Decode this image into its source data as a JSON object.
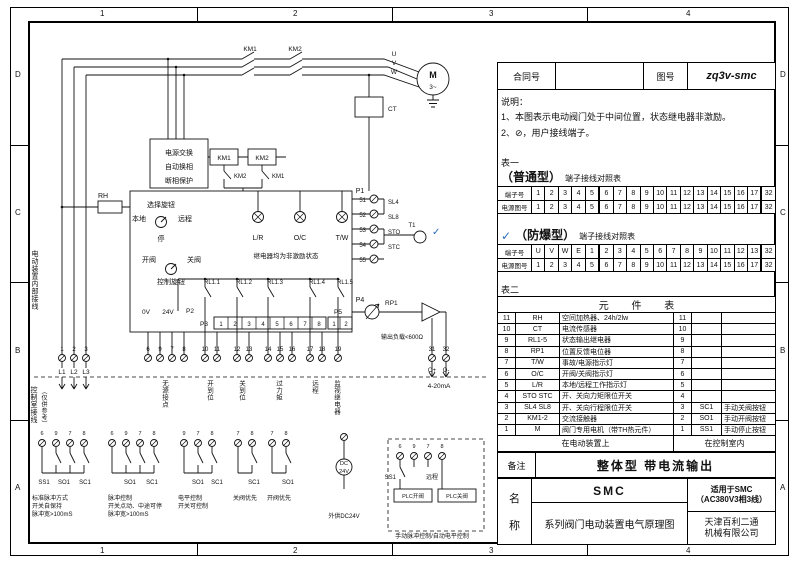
{
  "frame": {
    "cols": [
      "1",
      "2",
      "3",
      "4"
    ],
    "rows": [
      "D",
      "C",
      "B",
      "A"
    ]
  },
  "header": {
    "contract_label": "合同号",
    "drawing_label": "图号",
    "drawing_no": "zq3v-smc"
  },
  "notes": {
    "title": "说明：",
    "line1": "1、本图表示电动阀门处于中间位置，状态继电器非激励。",
    "line2": "2、⊘，用户接线端子。"
  },
  "table1": {
    "label": "表一",
    "normal_title": "（普通型）",
    "normal_sub": "端子接线对照表",
    "ex_check": "✓",
    "ex_title": "（防爆型）",
    "ex_sub": "端子接线对照表",
    "terminal_header": "端子号",
    "source_header": "电源图号",
    "normal_terminals": [
      "1",
      "2",
      "3",
      "4",
      "5",
      "6",
      "7",
      "8",
      "9",
      "10",
      "11",
      "12",
      "13",
      "14",
      "15",
      "16",
      "17",
      "32"
    ],
    "normal_source": [
      "1",
      "2",
      "3",
      "4",
      "5",
      "6",
      "7",
      "8",
      "9",
      "10",
      "11",
      "12",
      "13",
      "14",
      "15",
      "16",
      "17",
      "32"
    ],
    "ex_terminals": [
      "U",
      "V",
      "W",
      "E",
      "1",
      "2",
      "3",
      "4",
      "5",
      "6",
      "7",
      "8",
      "9",
      "10",
      "11",
      "12",
      "13",
      "32"
    ],
    "ex_source": [
      "1",
      "2",
      "3",
      "4",
      "5",
      "6",
      "7",
      "8",
      "9",
      "10",
      "11",
      "12",
      "13",
      "14",
      "15",
      "16",
      "17",
      "32"
    ]
  },
  "table2": {
    "label": "表二",
    "title": "元 件 表",
    "rows": [
      [
        "11",
        "RH",
        "空间加热器、24h/2lw",
        "11",
        "",
        ""
      ],
      [
        "10",
        "CT",
        "电流传感器",
        "10",
        "",
        ""
      ],
      [
        "9",
        "RL1-5",
        "状态输出继电器",
        "9",
        "",
        ""
      ],
      [
        "8",
        "RP1",
        "位置反馈电位器",
        "8",
        "",
        ""
      ],
      [
        "7",
        "T/W",
        "事故/电源指示灯",
        "7",
        "",
        ""
      ],
      [
        "6",
        "O/C",
        "开阀/关阀指示灯",
        "6",
        "",
        ""
      ],
      [
        "5",
        "L/R",
        "本地/远程工作指示灯",
        "5",
        "",
        ""
      ],
      [
        "4",
        "STO STC",
        "开、关向力矩限位开关",
        "4",
        "",
        ""
      ],
      [
        "3",
        "SL4 SL8",
        "开、关向行程限位开关",
        "3",
        "SC1",
        "手动关阀按钮"
      ],
      [
        "2",
        "KM1-2",
        "交流接触器",
        "2",
        "SO1",
        "手动开阀按钮"
      ],
      [
        "1",
        "M",
        "阀门专用电机（带TH热元件）",
        "1",
        "SS1",
        "手动停止按钮"
      ]
    ],
    "footer_left": "在电动装置上",
    "footer_right": "在控制室内"
  },
  "remark": {
    "label": "备注",
    "text": "整体型  带电流输出"
  },
  "titleblock": {
    "name_1": "名",
    "name_2": "称",
    "series_top": "SMC",
    "series_bottom": "系列阀门电动装置电气原理图",
    "apply_1": "适用于SMC",
    "apply_2": "（AC380V3相3线）",
    "company_1": "天津百利二通",
    "company_2": "机械有限公司"
  },
  "sch": {
    "km1": "KM1",
    "km2": "KM2",
    "u": "U",
    "v": "V",
    "w": "W",
    "motor": "M",
    "phase": "3~",
    "ct": "CT",
    "ps1": "电源交换",
    "ps2": "自动换相",
    "ps3": "断相保护",
    "km1_coil": "KM1",
    "km2_coil": "KM2",
    "km2_aux": "KM2",
    "km1_aux": "KM1",
    "rh": "RH",
    "selector": "选择旋钮",
    "local": "本地",
    "remote": "远程",
    "stop": "停",
    "lr": "L/R",
    "oc": "O/C",
    "tw": "T/W",
    "open": "开阀",
    "close": "关阀",
    "ctrl": "控制旋钮",
    "relay_note": "继电器均为非激励状态",
    "rl": [
      "RL1.1",
      "RL1.2",
      "RL1.3",
      "RL1.4",
      "RL1.5"
    ],
    "p1": "P1",
    "p2": "P2",
    "p3": "P3",
    "p4": "P4",
    "p5": "P5",
    "v0": "0V",
    "v24": "24V",
    "p3_pins": [
      "1",
      "2",
      "3",
      "4",
      "5",
      "6",
      "7",
      "8"
    ],
    "p5_pins": [
      "1",
      "2"
    ],
    "right_terms": [
      "51",
      "52",
      "53",
      "54",
      "55"
    ],
    "sl4": "SL4",
    "sl8": "SL8",
    "sto": "STO",
    "stc": "STC",
    "t1": "T1",
    "check": "✓",
    "rp1": "RP1",
    "load": "输出负载<600Ω",
    "t31": "31",
    "t32": "32",
    "out_p": "O+",
    "out_m": "O-",
    "ma": "4-20mA",
    "n1": "1",
    "n2": "2",
    "n3": "3",
    "l1": "L1",
    "l2": "L2",
    "l3": "L3",
    "mids": [
      "6",
      "9",
      "7",
      "8",
      "10",
      "11",
      "12",
      "13",
      "14",
      "15",
      "16",
      "17",
      "18",
      "19"
    ],
    "v_passive": "无源接点",
    "v_open": "开到位",
    "v_close": "关到位",
    "v_torque": "过力矩",
    "v_remote": "远程",
    "v_monitor": "监视继电器",
    "margin1": "电动装置内部接线",
    "margin2": "控制室接线",
    "margin3": "（仅供参考）",
    "g1_terms": [
      "6",
      "9",
      "7",
      "8"
    ],
    "g2_terms": [
      "6",
      "9",
      "7",
      "8"
    ],
    "g3_terms": [
      "9",
      "7",
      "8"
    ],
    "g4_terms": [
      "7",
      "8"
    ],
    "g5_terms": [
      "7",
      "8"
    ],
    "g7_terms": [
      "6",
      "9",
      "7",
      "8"
    ],
    "g1_sw": [
      "SS1",
      "SO1",
      "SC1"
    ],
    "g2_sw": [
      "SO1",
      "SC1"
    ],
    "g3_sw": [
      "SO1",
      "SC1"
    ],
    "g4_sw": "SC1",
    "g5_sw": "SO1",
    "g1_cap": [
      "标准脉冲方式",
      "开关自保持",
      "脉冲宽>100mS"
    ],
    "g2_cap": [
      "脉冲控制",
      "开关点动、中途可停",
      "脉冲宽>100mS"
    ],
    "g3_cap": [
      "电平控制",
      "开关可控制"
    ],
    "g4_cap": "关阀优先",
    "g5_cap": "开阀优先",
    "dc1": "DC",
    "dc2": "24V",
    "dc_cap": "外供DC24V",
    "plc_ss1": "SS1",
    "plc_remote": "远程",
    "plc_open": "PLC开阀",
    "plc_close": "PLC关阀",
    "bottom_note": "手动脉冲控制/自动电平控制"
  }
}
